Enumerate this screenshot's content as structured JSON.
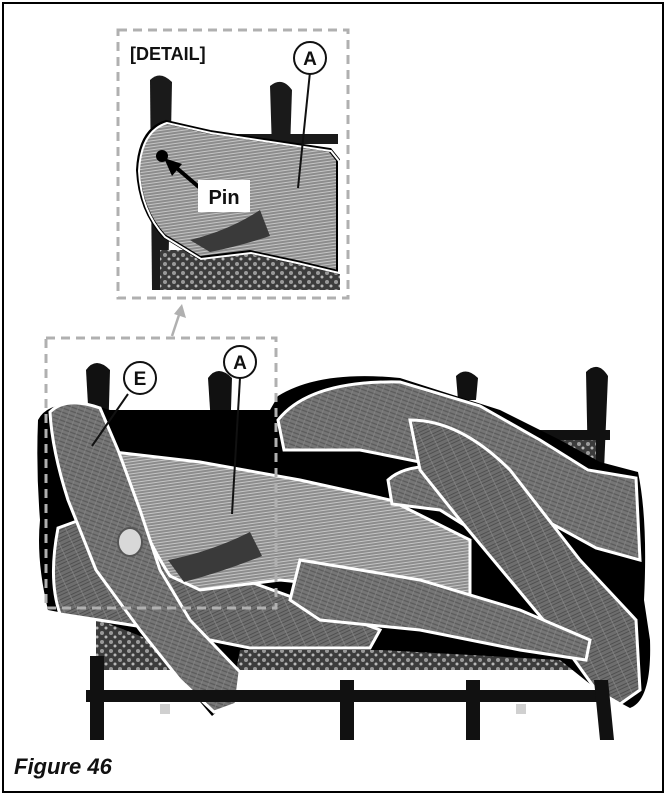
{
  "figure": {
    "caption": "Figure 46",
    "detail_label": "[DETAIL]",
    "pin_label": "Pin",
    "callouts": {
      "detail_log": "A",
      "main_log_a": "A",
      "main_log_e": "E"
    }
  },
  "colors": {
    "ink": "#111111",
    "log_fill": "#7a7a7a",
    "dashed_box": "#b0b0b0",
    "background": "#ffffff"
  }
}
